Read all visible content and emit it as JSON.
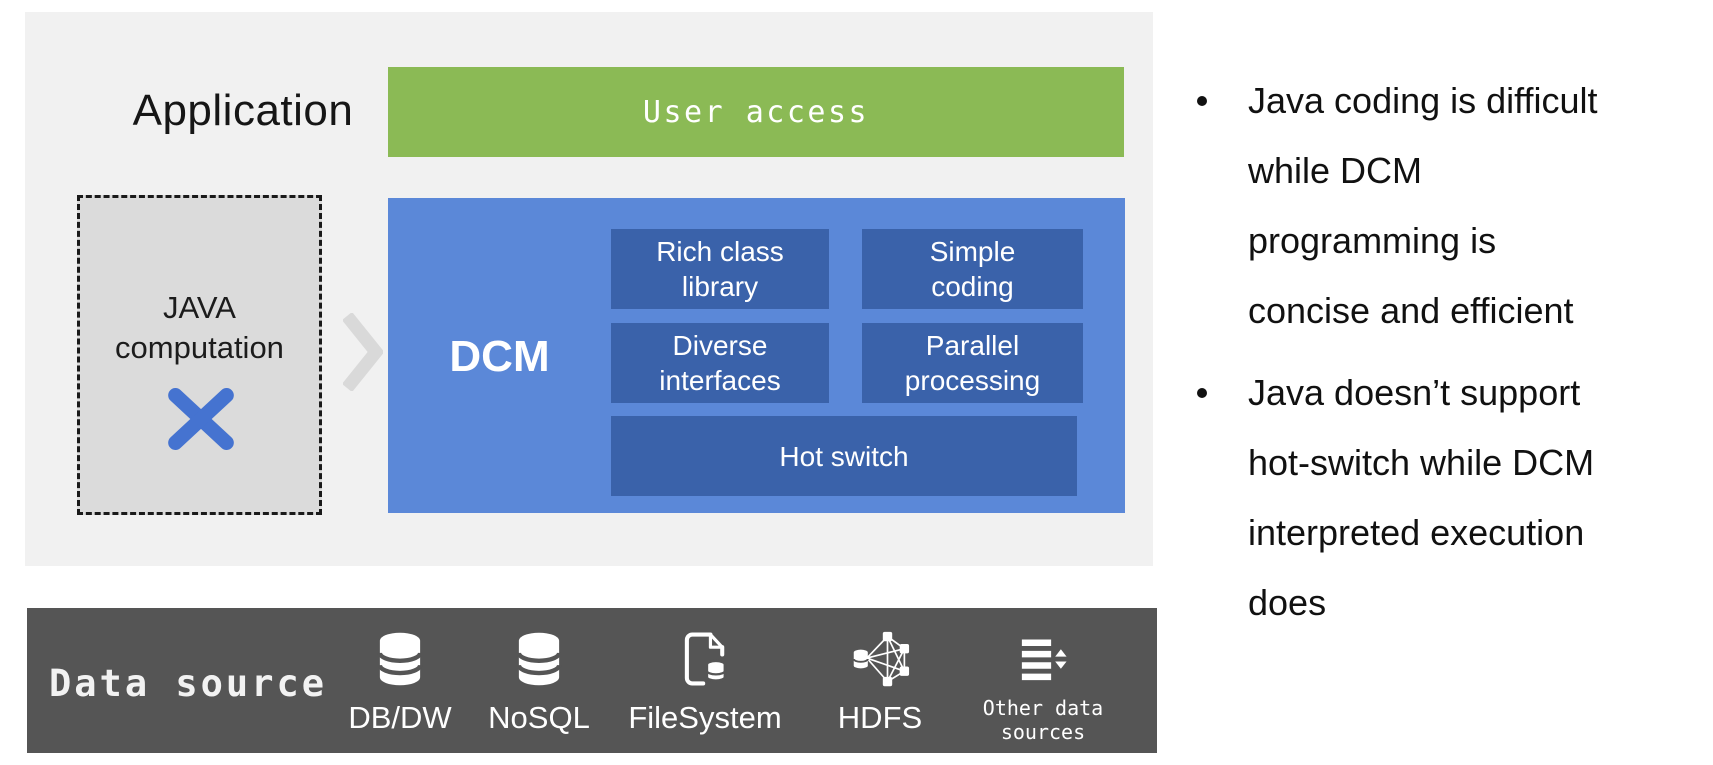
{
  "colors": {
    "panel_bg": "#f1f1f1",
    "green_bar": "#8bba55",
    "dcm_blue": "#5b88d8",
    "feature_blue": "#3a62aa",
    "x_mark_blue": "#4573d0",
    "chevron_gray": "#d9d9d9",
    "dashed_box_gray": "#dbdbdb",
    "data_source_bar": "#555555"
  },
  "panel": {
    "application_label": "Application",
    "user_access_label": "User access",
    "java_box": {
      "text": "JAVA computation",
      "lines": [
        "JAVA",
        "computation"
      ]
    },
    "dcm": {
      "label": "DCM",
      "features": [
        {
          "text": "Rich class library",
          "lines": [
            "Rich class",
            "library"
          ]
        },
        {
          "text": "Simple coding",
          "lines": [
            "Simple",
            "coding"
          ]
        },
        {
          "text": "Diverse interfaces",
          "lines": [
            "Diverse",
            "interfaces"
          ]
        },
        {
          "text": "Parallel processing",
          "lines": [
            "Parallel",
            "processing"
          ]
        },
        {
          "text": "Hot switch",
          "lines": [
            "Hot switch"
          ]
        }
      ]
    }
  },
  "notes": [
    {
      "text": "Java coding is difficult while DCM programming is concise and efficient",
      "lines": [
        "Java coding is difficult",
        "while DCM",
        "programming is",
        "concise and efficient"
      ]
    },
    {
      "text": "Java doesn’t support hot-switch while DCM interpreted execution does",
      "lines": [
        "Java doesn’t support",
        "hot-switch while DCM",
        "interpreted execution",
        "does"
      ]
    }
  ],
  "data_source": {
    "title": "Data source",
    "items": [
      {
        "label": "DB/DW",
        "icon": "database-icon"
      },
      {
        "label": "NoSQL",
        "icon": "database-icon"
      },
      {
        "label": "FileSystem",
        "icon": "file-database-icon"
      },
      {
        "label": "HDFS",
        "icon": "hdfs-cluster-icon"
      },
      {
        "label": "Other data sources",
        "lines": [
          "Other data",
          "sources"
        ],
        "icon": "list-sort-icon"
      }
    ]
  }
}
